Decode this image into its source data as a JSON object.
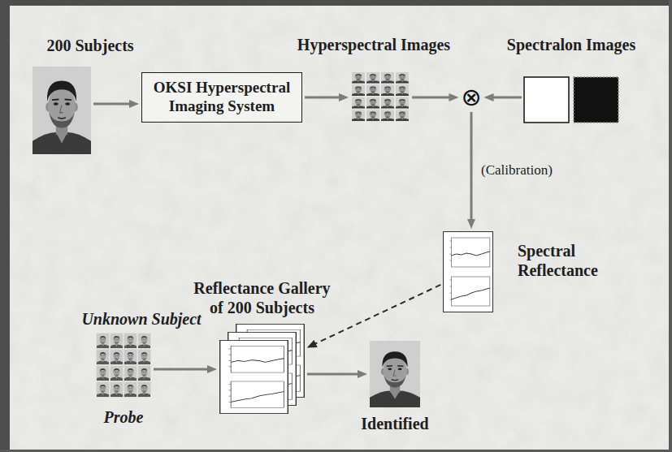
{
  "diagram": {
    "nodes": [
      {
        "text": [
          "200 Subjects"
        ]
      },
      {
        "text": [
          "OKSI Hyperspectral Imaging System"
        ]
      },
      {
        "text": [
          "Hyperspectral Images"
        ]
      },
      {
        "text": [
          "⊗"
        ]
      },
      {
        "text": [
          "Spectralon Images"
        ]
      },
      {
        "text": [
          "Spectral Reflectance"
        ]
      },
      {
        "text": [
          "Reflectance Gallery of 200 Subjects"
        ]
      },
      {
        "text": [
          "Unknown Subject",
          "Probe"
        ]
      },
      {
        "text": [
          "Identified"
        ]
      }
    ],
    "edges": [
      {
        "from": 0,
        "to": 1,
        "arrow": "to"
      },
      {
        "from": 1,
        "to": 2,
        "arrow": "to"
      },
      {
        "from": 2,
        "to": 3,
        "arrow": "to"
      },
      {
        "from": 4,
        "to": 3,
        "arrow": "to"
      },
      {
        "from": 3,
        "to": 5,
        "label": "(Calibration)",
        "arrow": "to"
      },
      {
        "from": 5,
        "to": 6,
        "arrow": "to"
      },
      {
        "from": 7,
        "to": 6,
        "arrow": "to"
      },
      {
        "from": 6,
        "to": 8,
        "arrow": "to"
      }
    ]
  }
}
